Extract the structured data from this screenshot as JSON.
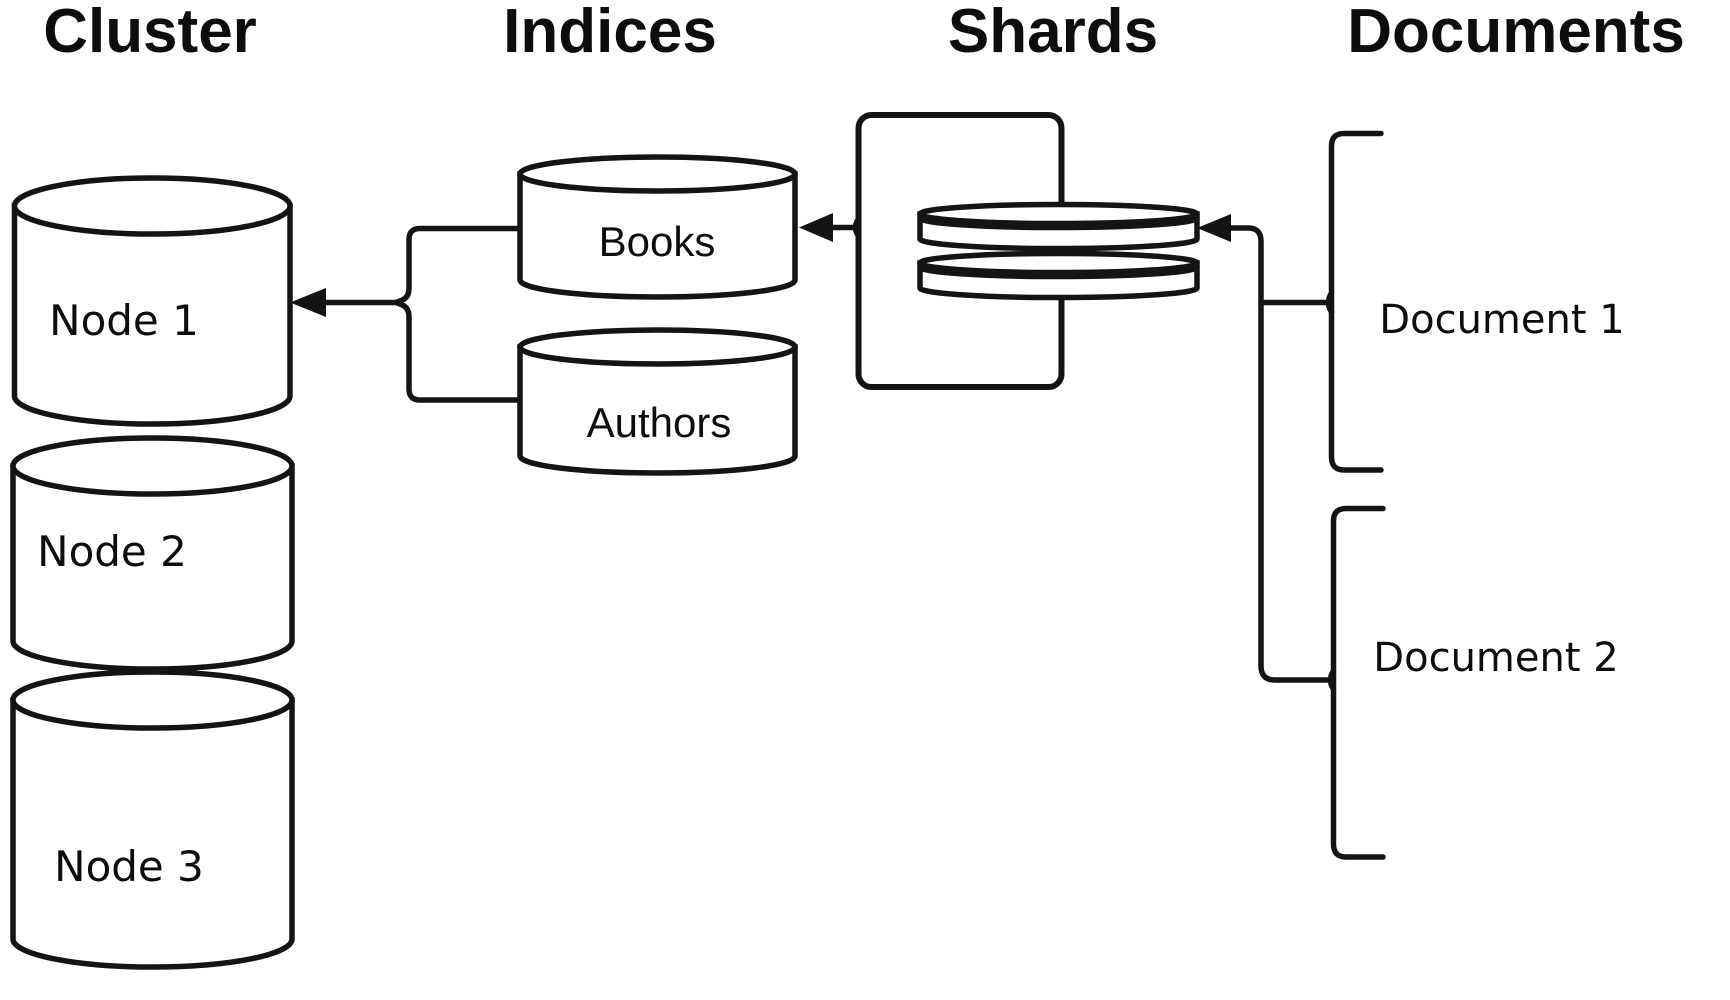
{
  "headers": {
    "cluster": "Cluster",
    "indices": "Indices",
    "shards": "Shards",
    "documents": "Documents"
  },
  "cluster": {
    "nodes": [
      {
        "label": "Node 1"
      },
      {
        "label": "Node 2"
      },
      {
        "label": "Node 3"
      }
    ]
  },
  "indices": {
    "items": [
      {
        "label": "Books"
      },
      {
        "label": "Authors"
      }
    ]
  },
  "shards": {
    "disk_count": 2
  },
  "documents": {
    "items": [
      {
        "label": "Document 1"
      },
      {
        "label": "Document 2"
      }
    ]
  },
  "relations": [
    {
      "from": "indices-group",
      "to": "Node 1",
      "type": "arrow"
    },
    {
      "from": "shards-box",
      "to": "Books",
      "type": "arrow"
    },
    {
      "from": "documents-group",
      "to": "shard-disks",
      "type": "arrow"
    }
  ],
  "colors": {
    "line": "#141414",
    "fill": "#ffffff",
    "text": "#0d0d0d"
  }
}
